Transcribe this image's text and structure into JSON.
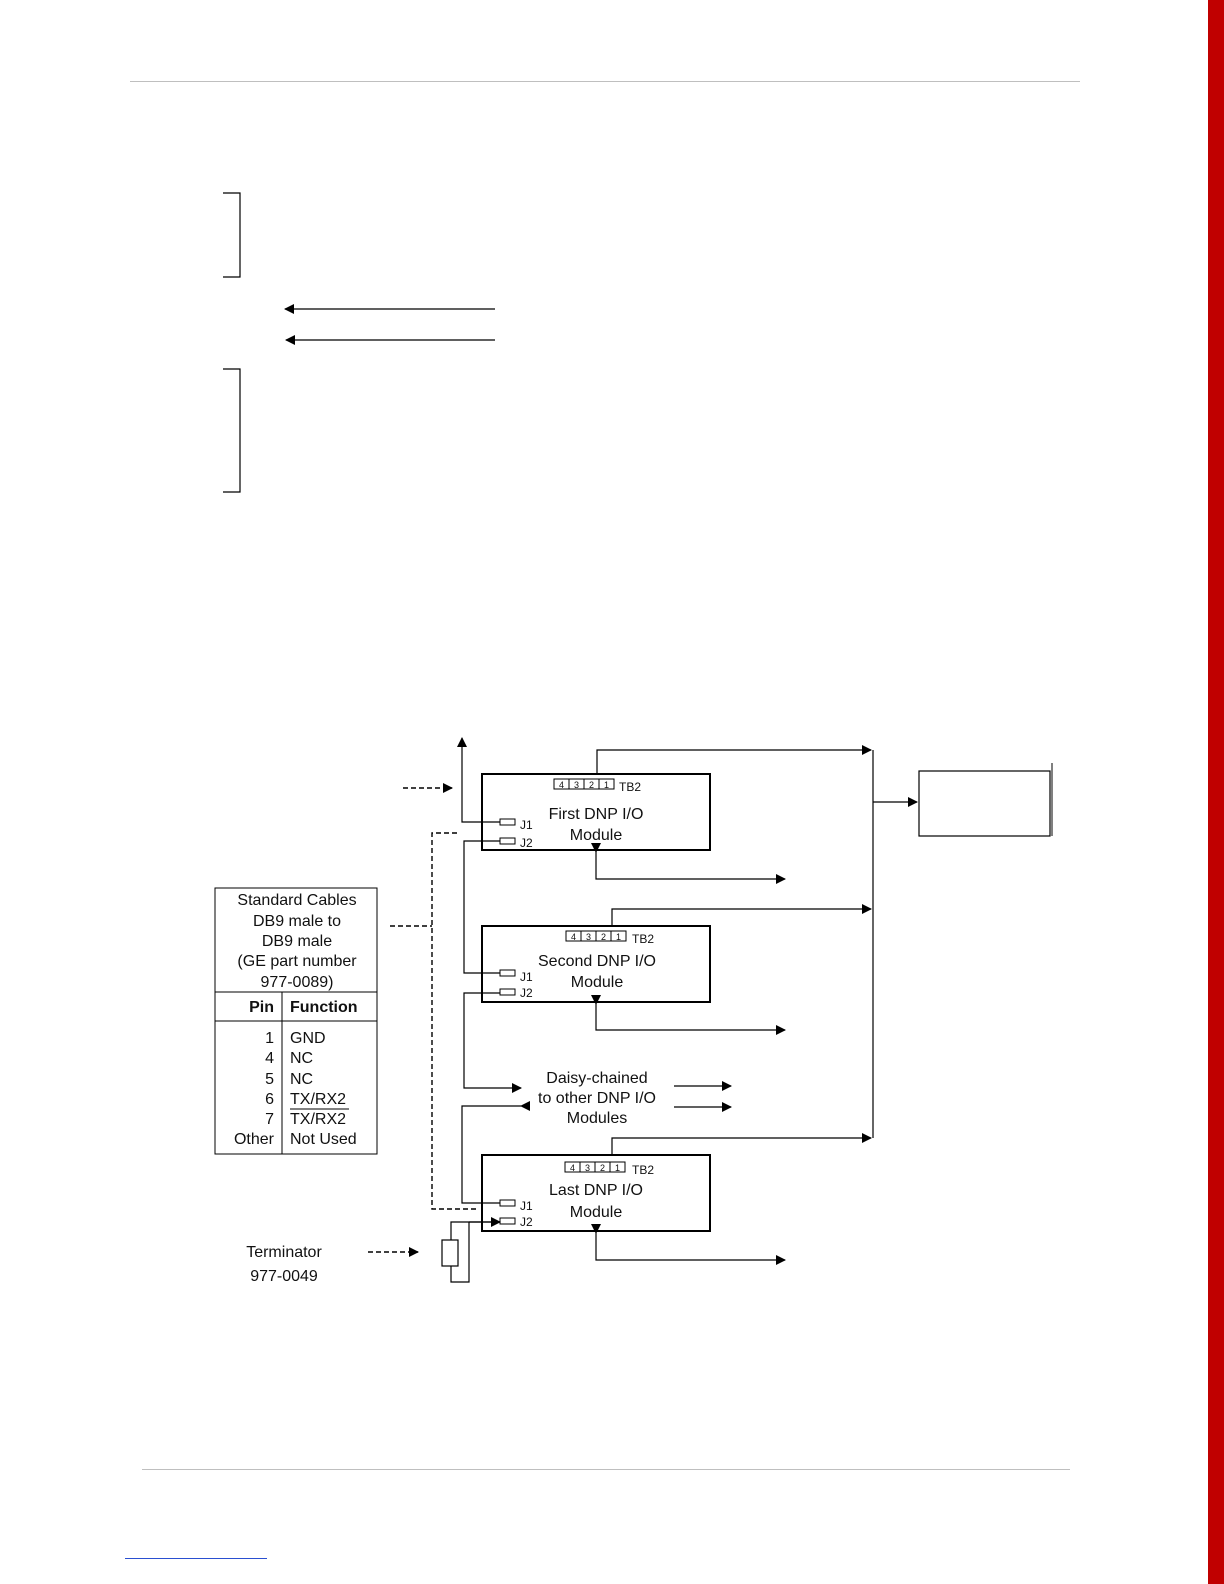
{
  "modules": [
    {
      "name": "First DNP I/O",
      "suffix": "Module"
    },
    {
      "name": "Second DNP I/O",
      "suffix": "Module"
    },
    {
      "name": "Last DNP I/O",
      "suffix": "Module"
    }
  ],
  "terminal_block": {
    "label": "TB2",
    "pins": [
      "4",
      "3",
      "2",
      "1"
    ]
  },
  "jacks": {
    "j1": "J1",
    "j2": "J2"
  },
  "cable_box": {
    "title_lines": [
      "Standard Cables",
      "DB9 male to",
      "DB9 male",
      "(GE part number",
      "977-0089)"
    ],
    "headers": {
      "pin": "Pin",
      "function": "Function"
    },
    "rows": [
      {
        "pin": "1",
        "function": "GND"
      },
      {
        "pin": "4",
        "function": "NC"
      },
      {
        "pin": "5",
        "function": "NC"
      },
      {
        "pin": "6",
        "function": "TX/RX2"
      },
      {
        "pin": "7",
        "function": "TX/RX2"
      },
      {
        "pin": "Other",
        "function": "Not Used"
      }
    ]
  },
  "daisy": {
    "lines": [
      "Daisy-chained",
      "to other DNP I/O",
      "Modules"
    ]
  },
  "terminator": {
    "label": "Terminator",
    "part": "977-0049"
  },
  "colors": {
    "accent_bar": "#c00000",
    "rule": "#bfbfbf",
    "link": "#2a4fd1"
  }
}
